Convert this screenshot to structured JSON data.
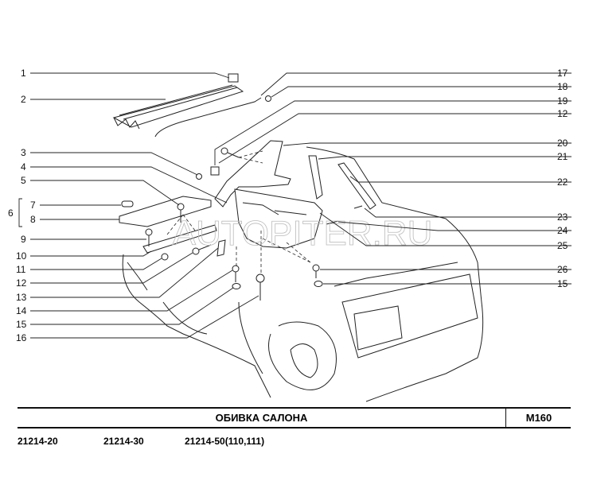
{
  "diagram": {
    "left_labels": [
      "1",
      "2",
      "3",
      "4",
      "5",
      "6",
      "7",
      "8",
      "9",
      "10",
      "11",
      "12",
      "13",
      "14",
      "15",
      "16"
    ],
    "right_labels": [
      "17",
      "18",
      "19",
      "12",
      "20",
      "21",
      "22",
      "23",
      "24",
      "25",
      "26",
      "15"
    ],
    "watermark": "AUTOPITER.RU"
  },
  "footer": {
    "title": "ОБИВКА  САЛОНА",
    "code": "M160",
    "models": [
      "21214-20",
      "21214-30",
      "21214-50(110,111)"
    ]
  }
}
